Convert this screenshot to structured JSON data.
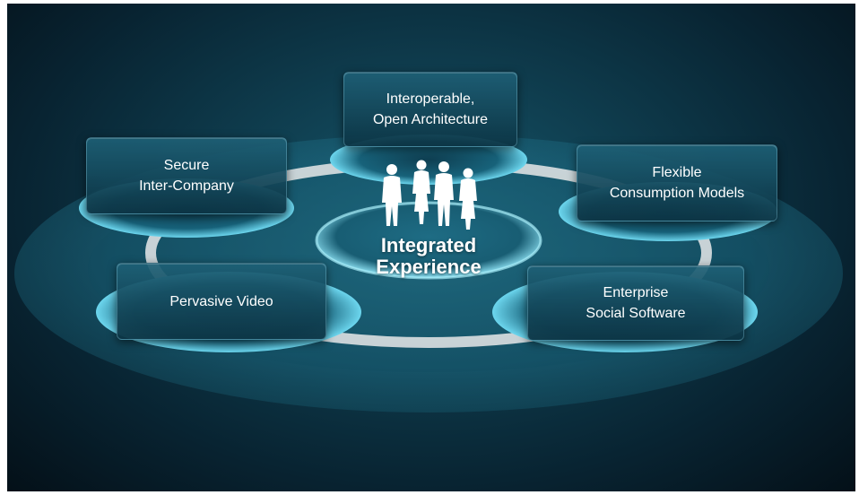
{
  "center": {
    "line1": "Integrated",
    "line2": "Experience"
  },
  "nodes": [
    {
      "id": "interop",
      "line1": "Interoperable,",
      "line2": "Open Architecture"
    },
    {
      "id": "secure",
      "line1": "Secure",
      "line2": "Inter-Company"
    },
    {
      "id": "flexible",
      "line1": "Flexible",
      "line2": "Consumption Models"
    },
    {
      "id": "video",
      "line1": "Pervasive Video",
      "line2": ""
    },
    {
      "id": "social",
      "line1": "Enterprise",
      "line2": "Social Software"
    }
  ],
  "colors": {
    "background": "#0b3444",
    "platform": "#2a7f95",
    "ring": "#d8dde0",
    "glow": "#5fd0ea",
    "box": "#1a5567",
    "text": "#ffffff"
  },
  "icons": {
    "people": "business-people-silhouette-icon"
  }
}
